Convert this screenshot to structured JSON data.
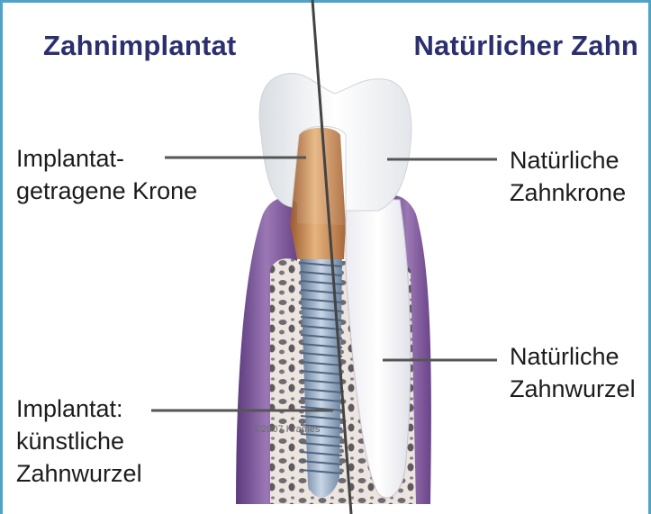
{
  "headings": {
    "left": "Zahnimplantat",
    "right": "Natürlicher Zahn"
  },
  "labels": {
    "implant_crown": [
      "Implantat-",
      "getragene Krone"
    ],
    "implant_root": [
      "Implantat:",
      "künstliche",
      "Zahnwurzel"
    ],
    "natural_crown": [
      "Natürliche",
      "Zahnkrone"
    ],
    "natural_root": [
      "Natürliche",
      "Zahnwurzel"
    ]
  },
  "watermark": "©2007 Krames",
  "colors": {
    "heading": "#2b2f6e",
    "border": "#4fa3c7",
    "gum": "#7a4f95",
    "bone": "#e8ddd8",
    "crown_metal": "#c98a5a",
    "implant_screw": "#8fa6c2",
    "leader_line": "#555555"
  }
}
